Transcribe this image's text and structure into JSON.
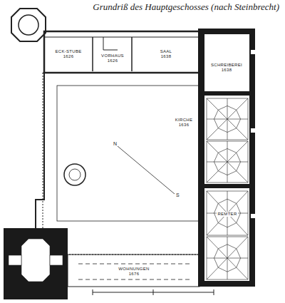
{
  "diagram": {
    "title": "Grundriß des Hauptgeschosses (nach Steinbrecht)",
    "nodes": [
      {
        "text": [
          "ECK-STUBE",
          "1626"
        ]
      },
      {
        "text": [
          "VORHAUS",
          "1626"
        ]
      },
      {
        "text": [
          "SAAL",
          "1638"
        ]
      },
      {
        "text": [
          "SCHREIBEREI",
          "1638"
        ]
      },
      {
        "text": [
          "KIRCHE",
          "1636"
        ]
      },
      {
        "text": [
          "REMTER"
        ]
      },
      {
        "text": [
          "WOHNUNGEN",
          "1676"
        ]
      }
    ],
    "labels": [
      "N",
      "S"
    ]
  }
}
